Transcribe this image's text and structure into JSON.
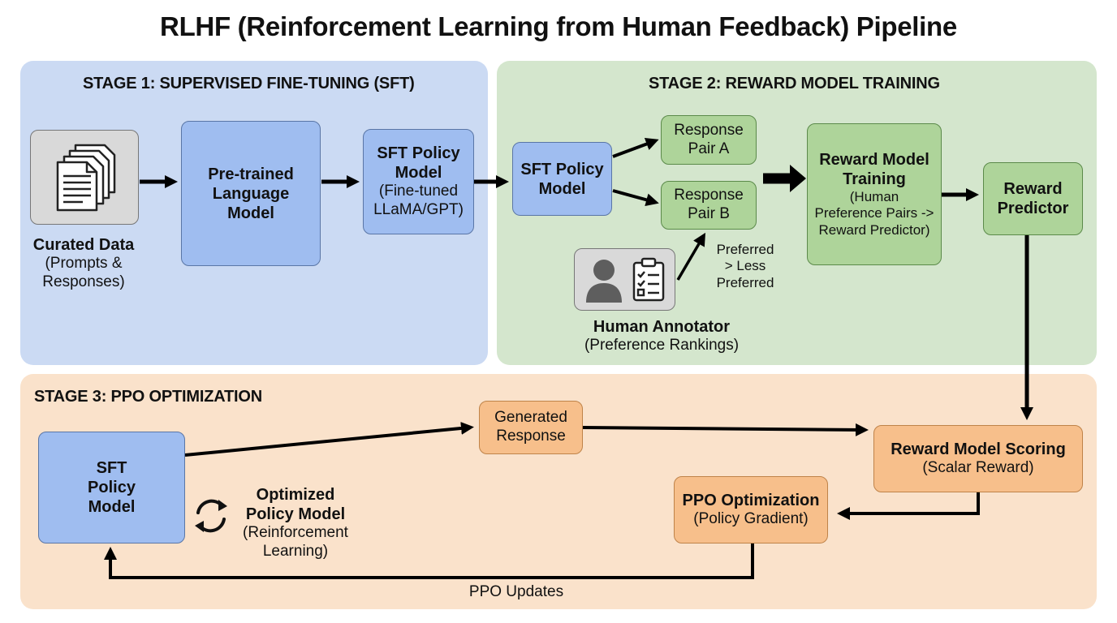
{
  "title": "RLHF (Reinforcement Learning from Human Feedback) Pipeline",
  "stage1": {
    "title": "STAGE 1: SUPERVISED FINE-TUNING (SFT)",
    "curated_title": "Curated Data",
    "curated_sub1": "(Prompts &",
    "curated_sub2": "Responses)",
    "pretrained": [
      "Pre-trained",
      "Language",
      "Model"
    ],
    "sft": [
      "SFT Policy",
      "Model"
    ],
    "sft_sub": [
      "(Fine-tuned",
      "LLaMA/GPT)"
    ]
  },
  "stage2": {
    "title": "STAGE 2: REWARD MODEL TRAINING",
    "sft": [
      "SFT Policy",
      "Model"
    ],
    "pair_a": [
      "Response",
      "Pair A"
    ],
    "pair_b": [
      "Response",
      "Pair B"
    ],
    "preferred": [
      "Preferred",
      "> Less",
      "Preferred"
    ],
    "annotator_title": "Human Annotator",
    "annotator_sub": "(Preference Rankings)",
    "rm_training": [
      "Reward Model",
      "Training"
    ],
    "rm_training_sub": [
      "(Human",
      "Preference Pairs ->",
      "Reward Predictor)"
    ],
    "predictor": [
      "Reward",
      "Predictor"
    ]
  },
  "stage3": {
    "title": "STAGE 3: PPO OPTIMIZATION",
    "sft": [
      "SFT",
      "Policy",
      "Model"
    ],
    "optimized": [
      "Optimized",
      "Policy Model"
    ],
    "optimized_sub": [
      "(Reinforcement",
      "Learning)"
    ],
    "generated": [
      "Generated",
      "Response"
    ],
    "scoring_title": "Reward Model Scoring",
    "scoring_sub": "(Scalar Reward)",
    "ppo_title": "PPO Optimization",
    "ppo_sub": "(Policy Gradient)",
    "updates": "PPO Updates"
  },
  "icons": [
    "documents-icon",
    "person-icon",
    "clipboard-checklist-icon",
    "cycle-arrows-icon"
  ]
}
